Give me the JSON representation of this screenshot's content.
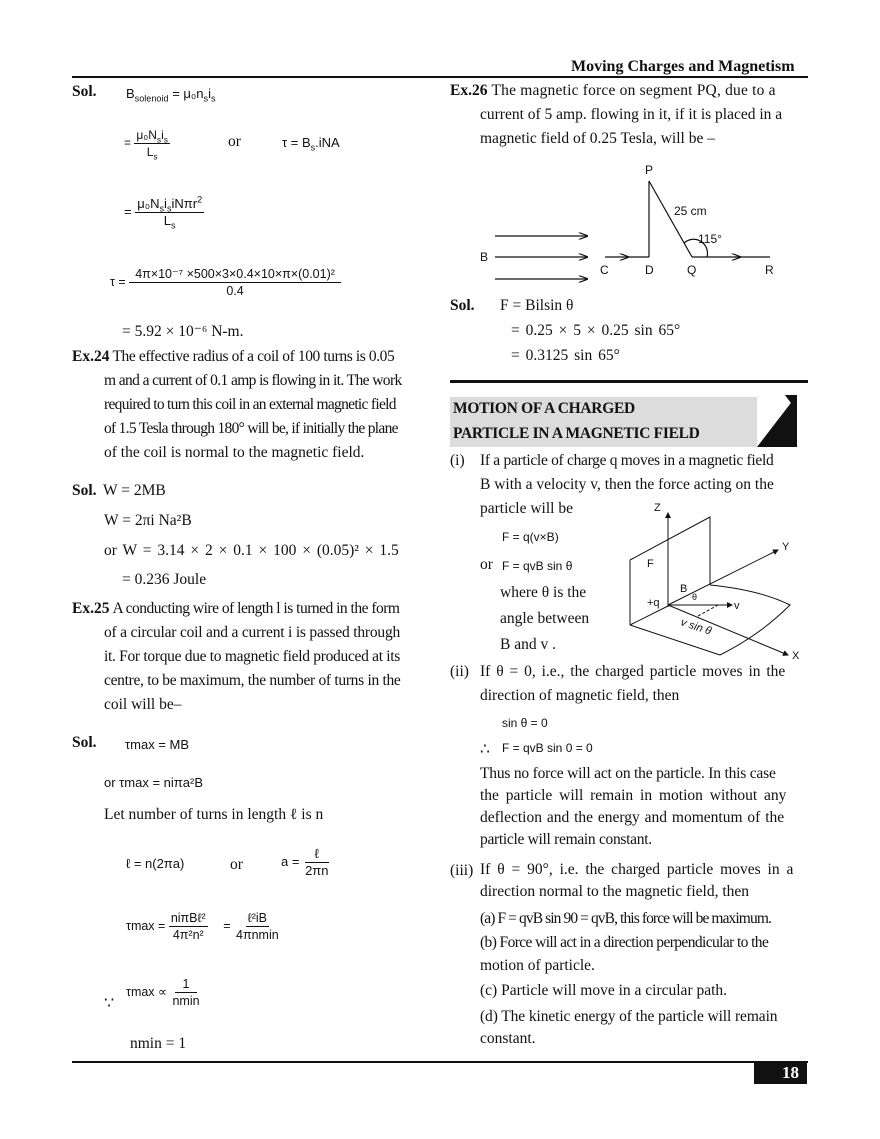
{
  "header": {
    "chapter_title": "Moving Charges and Magnetism"
  },
  "left_column": {
    "sol_solenoid": {
      "label": "Sol.",
      "line1": "B_solenoid = μ0 n_s i_s",
      "line1_parts": {
        "B": "B",
        "sub": "solenoid",
        "rhs": "= μ₀n",
        "s1": "s",
        "i": "i",
        "s2": "s"
      },
      "line2": {
        "eq": "=",
        "num": "μ₀N_s i_s",
        "num_parts": [
          "μ₀N",
          "s",
          "i",
          "s"
        ],
        "den": "L",
        "den_sub": "s",
        "or": "or",
        "tau": "τ = B",
        "tau_sub": "s",
        "tau_rest": ".iNA"
      },
      "line3": {
        "eq": "=",
        "num_parts": [
          "μ₀N",
          "s",
          "i",
          "s",
          "iNπr",
          "2"
        ],
        "den": "L",
        "den_sub": "s"
      },
      "line4": {
        "lhs": "τ =",
        "num": "4π×10⁻⁷ ×500×3×0.4×10×π×(0.01)²",
        "den": "0.4"
      },
      "result": "= 5.92 × 10⁻⁶ N-m."
    },
    "ex24": {
      "label": "Ex.24",
      "question_lines": [
        "The effective radius of a coil of 100 turns is 0.05",
        "m and a current of 0.1 amp is flowing in it. The work",
        "required to turn this coil in an external magnetic field",
        "of 1.5 Tesla through 180° will be, if initially the plane",
        "of the coil is normal to the magnetic field."
      ],
      "sol_label": "Sol.",
      "sol_lines": [
        "W = 2MB",
        "W = 2πi Na²B",
        "or W = 3.14 × 2 × 0.1 × 100 × (0.05)² × 1.5",
        "= 0.236 Joule"
      ]
    },
    "ex25": {
      "label": "Ex.25",
      "question_lines": [
        "A conducting wire of length l is turned in the form",
        "of a circular coil and a current i is passed through",
        "it. For torque due to magnetic field produced at its",
        "centre, to be maximum, the number of turns in the",
        "coil will be–"
      ],
      "sol_label": "Sol.",
      "tau_max_mb": "τmax = MB",
      "or_tau_max": "or τmax = niπa²B",
      "let_line": "Let number of turns in length ℓ is n",
      "l_eq": "ℓ = n(2πa)",
      "or": "or",
      "a_eq": {
        "lhs": "a =",
        "num": "ℓ",
        "den": "2πn"
      },
      "tau_eq": {
        "lhs": "τmax =",
        "num1": "niπBℓ²",
        "den1": "4π²n²",
        "eq2": "=",
        "num2": "ℓ²iB",
        "den2": "4πnmin"
      },
      "since": "∵",
      "prop": {
        "lhs": "τmax ∝",
        "num": "1",
        "den": "nmin"
      },
      "n_min": "nmin = 1"
    }
  },
  "right_column": {
    "ex26": {
      "label": "Ex.26",
      "question_lines": [
        "The magnetic force on segment PQ, due to a",
        "current of 5 amp. flowing in it, if it is placed in a",
        "magnetic field of 0.25 Tesla, will be –"
      ],
      "diagram": {
        "labels": [
          "P",
          "25 cm",
          "115°",
          "B",
          "C",
          "D",
          "Q",
          "R"
        ]
      },
      "sol_label": "Sol.",
      "sol_lines": [
        "F = Bilsin θ",
        "= 0.25 × 5 × 0.25 sin 65°",
        "= 0.3125 sin 65°"
      ]
    },
    "section_heading": {
      "line1": "MOTION OF A CHARGED",
      "line2": "PARTICLE IN A MAGNETIC FIELD"
    },
    "point_i": {
      "label": "(i)",
      "lines": [
        "If a particle of charge q moves in a magnetic field",
        "B with a velocity v, then the force acting on the",
        "particle will be"
      ],
      "eq1": "F = q(v×B)",
      "or": "or",
      "eq2": "F = qvB sin θ",
      "where_lines": [
        "where θ is the",
        "angle between",
        "B and v ."
      ],
      "diagram": {
        "labels": [
          "Z",
          "F",
          "Y",
          "B",
          "+q",
          "θ",
          "v",
          "v sin θ",
          "X"
        ]
      }
    },
    "point_ii": {
      "label": "(ii)",
      "lines": [
        "If θ = 0, i.e., the charged particle moves in the",
        "direction of magnetic field, then"
      ],
      "eq1": "sin θ = 0",
      "therefore": "∴",
      "eq2": "F = qvB sin 0 = 0",
      "conclusion": [
        "Thus no force will act on the particle. In this case",
        "the particle will remain in motion without any",
        "deflection and the energy and momentum of the",
        "particle will remain constant."
      ]
    },
    "point_iii": {
      "label": "(iii)",
      "lines": [
        "If θ = 90°, i.e. the charged particle moves in a",
        "direction normal to the magnetic field, then"
      ],
      "sub_points": [
        "(a) F = qvB sin 90 = qvB, this force will be maximum.",
        "(b) Force will act in a direction perpendicular to the",
        "motion of particle.",
        "(c) Particle will move in a circular path.",
        "(d) The kinetic energy of the particle will remain",
        "constant."
      ]
    }
  },
  "footer": {
    "page_number": "18"
  },
  "colors": {
    "text": "#111111",
    "heading_bg": "#dcdcdc",
    "page_num_bg": "#111111"
  }
}
